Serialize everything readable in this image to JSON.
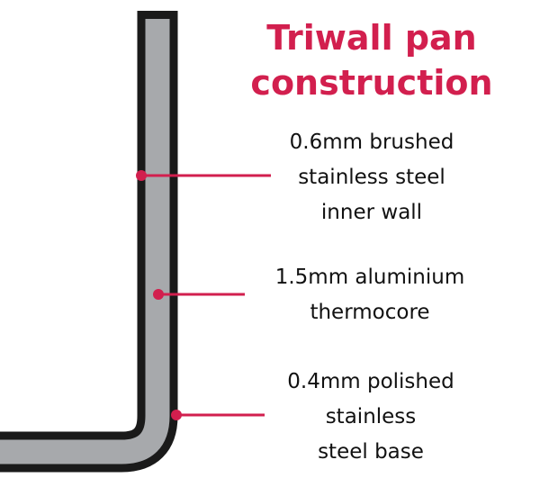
{
  "title": {
    "line1": "Triwall pan",
    "line2": "construction"
  },
  "labels": [
    {
      "lines": [
        "0.6mm brushed",
        "stainless steel",
        "inner wall"
      ]
    },
    {
      "lines": [
        "1.5mm aluminium",
        "thermocore"
      ]
    },
    {
      "lines": [
        "0.4mm polished",
        "stainless",
        "steel base"
      ]
    }
  ],
  "colors": {
    "accent": "#d21f4e",
    "outline": "#1a1a1a",
    "core": "#a7a9ac"
  }
}
